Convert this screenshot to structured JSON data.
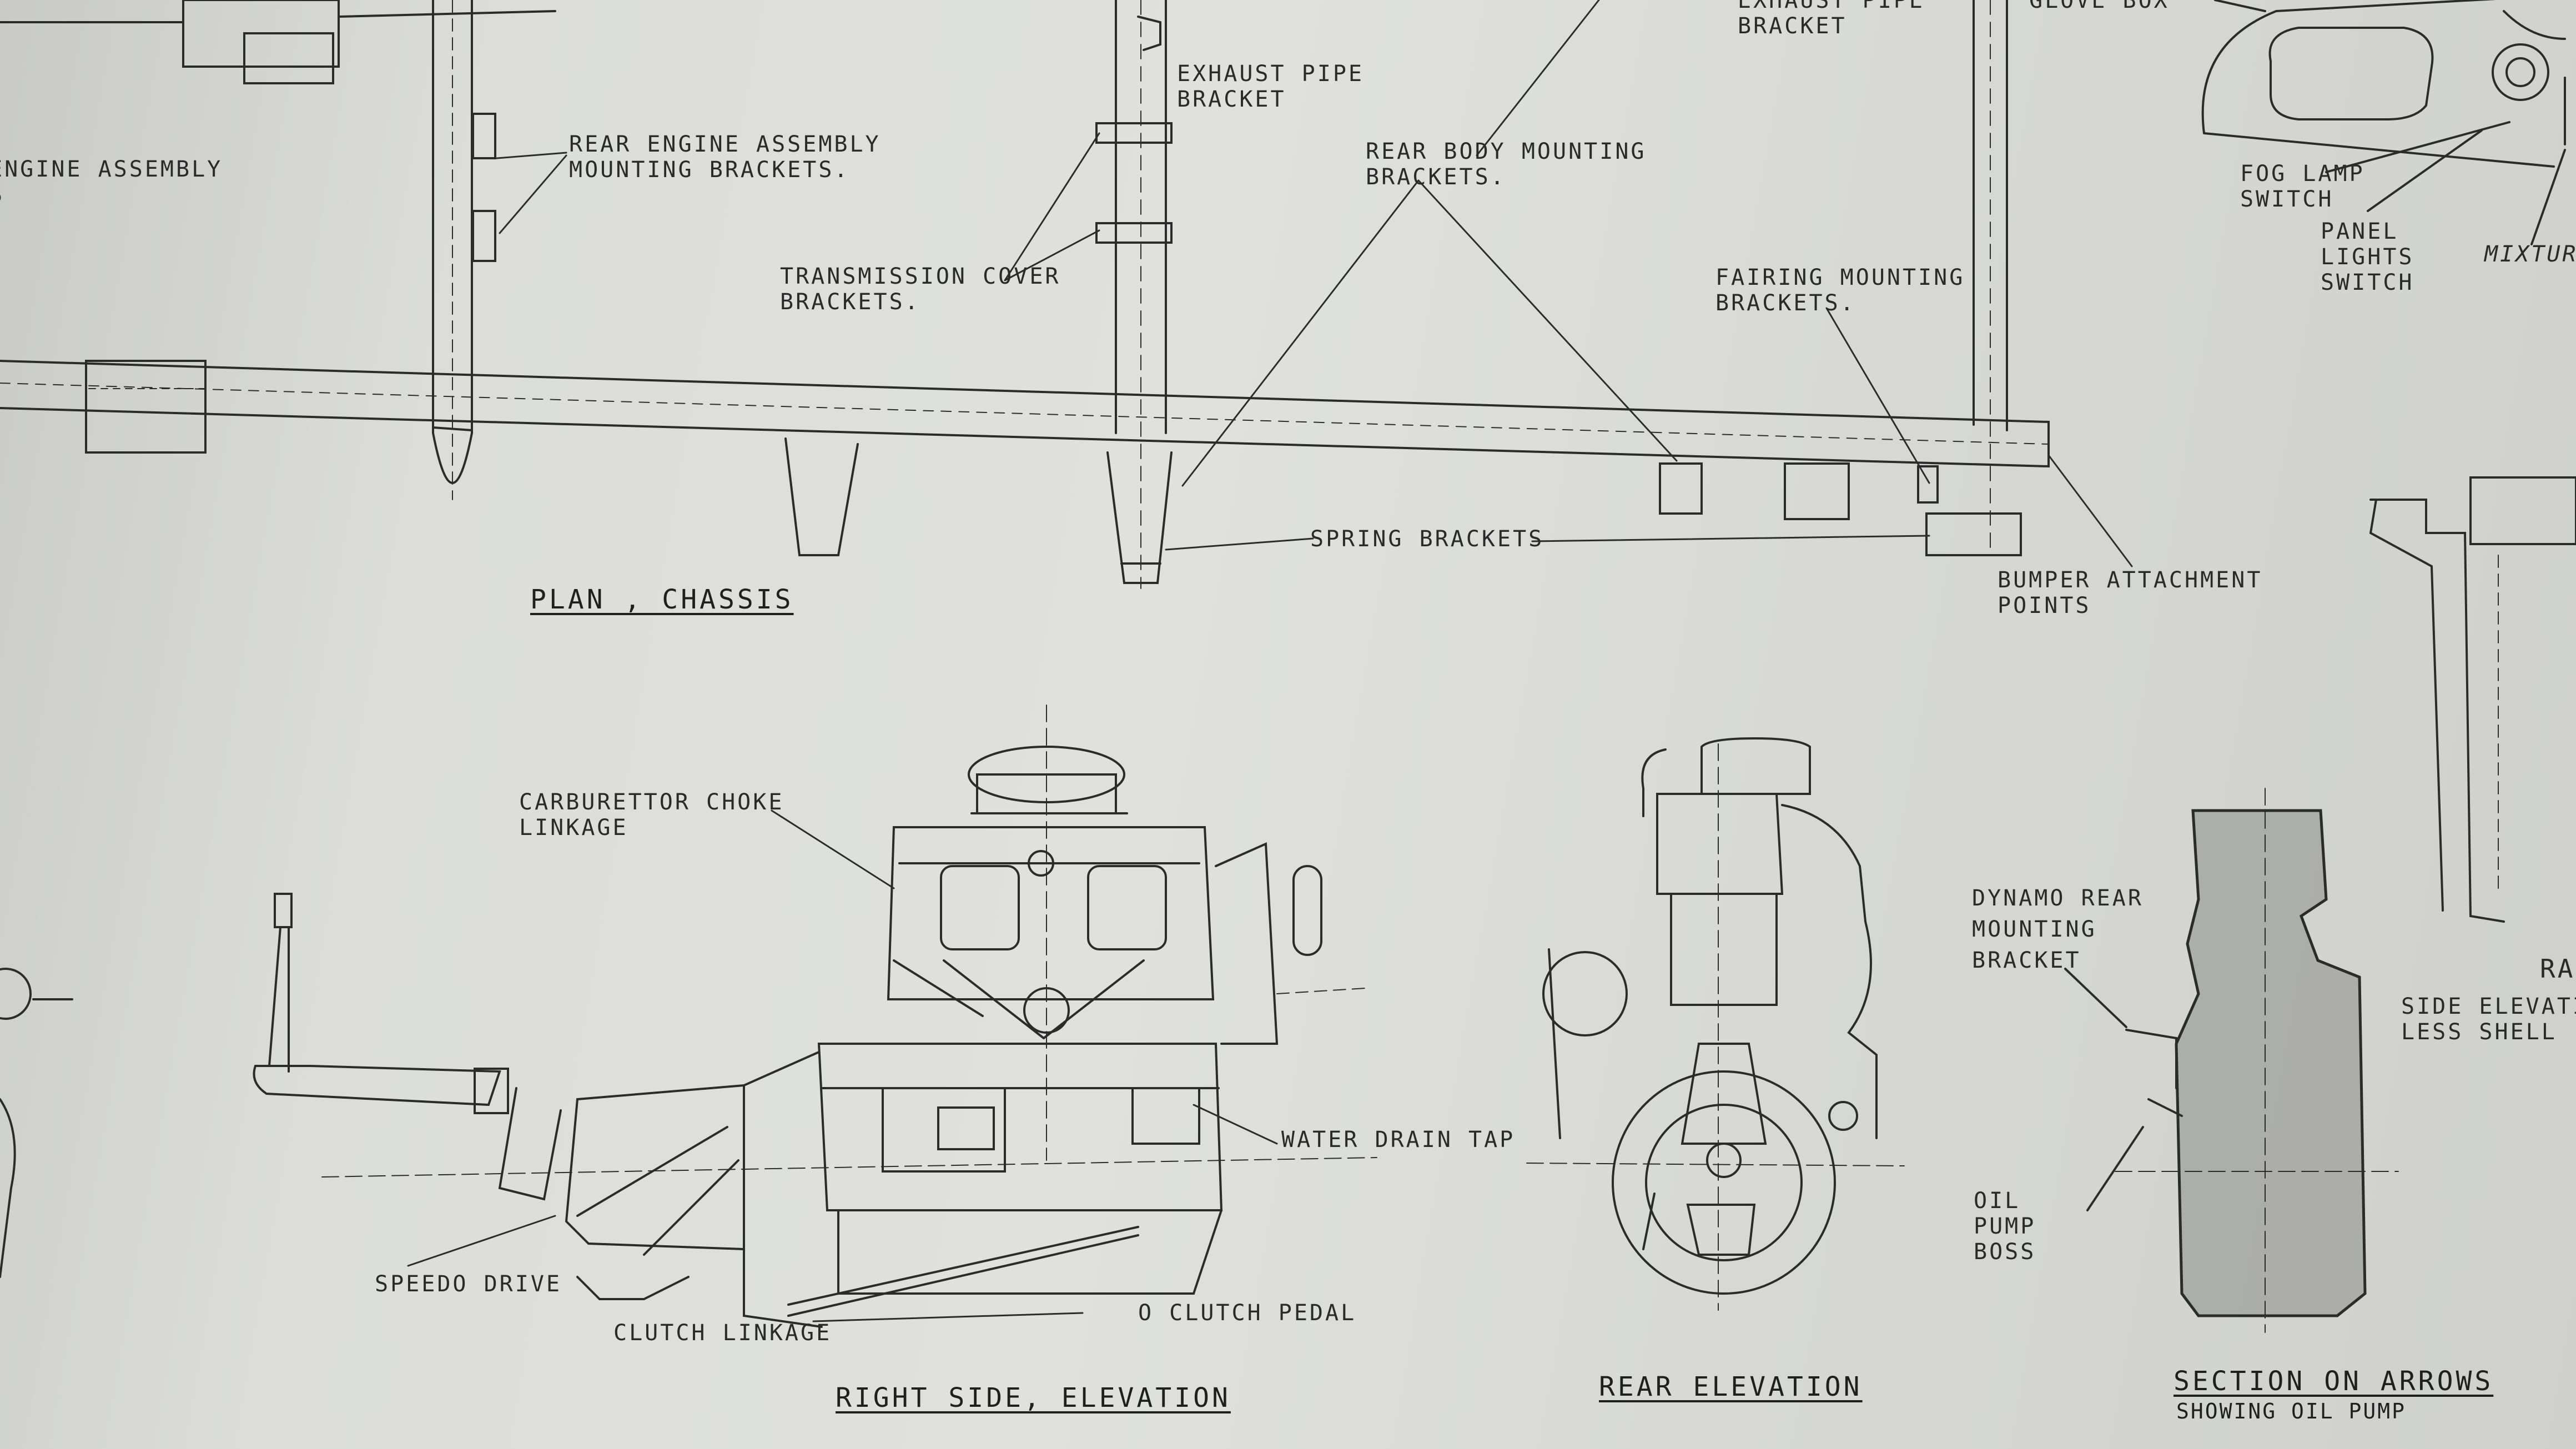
{
  "labels": {
    "exhaust_pipe_bracket_top_right": [
      "EXHAUST PIPE",
      "BRACKET"
    ],
    "glove_box": "GLOVE BOX",
    "exhaust_pipe_bracket": [
      "EXHAUST PIPE",
      "BRACKET"
    ],
    "rear_engine_brackets": [
      "REAR ENGINE ASSEMBLY",
      "MOUNTING BRACKETS."
    ],
    "engine_assembly_cut": [
      "ENGINE ASSEMBLY",
      "S"
    ],
    "rear_body_brackets": [
      "REAR BODY MOUNTING",
      "BRACKETS."
    ],
    "transmission_cover": [
      "TRANSMISSION COVER",
      "BRACKETS."
    ],
    "fairing_mounting": [
      "FAIRING MOUNTING",
      "BRACKETS."
    ],
    "fog_lamp_switch": [
      "FOG LAMP",
      "SWITCH"
    ],
    "panel_lights_switch": [
      "PANEL",
      "LIGHTS",
      "SWITCH"
    ],
    "mixture": "MIXTURE",
    "spring_brackets": "SPRING BRACKETS",
    "bumper_points": [
      "BUMPER  ATTACHMENT",
      "POINTS"
    ],
    "carb_choke": [
      "CARBURETTOR CHOKE",
      "LINKAGE"
    ],
    "dynamo_rear": [
      "DYNAMO REAR",
      "MOUNTING",
      "BRACKET"
    ],
    "water_drain": "WATER DRAIN TAP",
    "oil_pump_boss": [
      "OIL",
      "PUMP",
      "BOSS"
    ],
    "speedo_drive": "SPEEDO DRIVE",
    "clutch_linkage": "CLUTCH LINKAGE",
    "clutch_pedal": "O CLUTCH PEDAL",
    "side_elevation_cut": [
      "SIDE ELEVATIO",
      "LESS  SHELL"
    ],
    "ra_cut": "RA"
  },
  "titles": {
    "plan_chassis": "PLAN , CHASSIS",
    "right_side": "RIGHT  SIDE, ELEVATION",
    "rear_elevation": "REAR  ELEVATION",
    "section_arrows": "SECTION  ON  ARROWS",
    "section_sub": "SHOWING  OIL  PUMP"
  }
}
